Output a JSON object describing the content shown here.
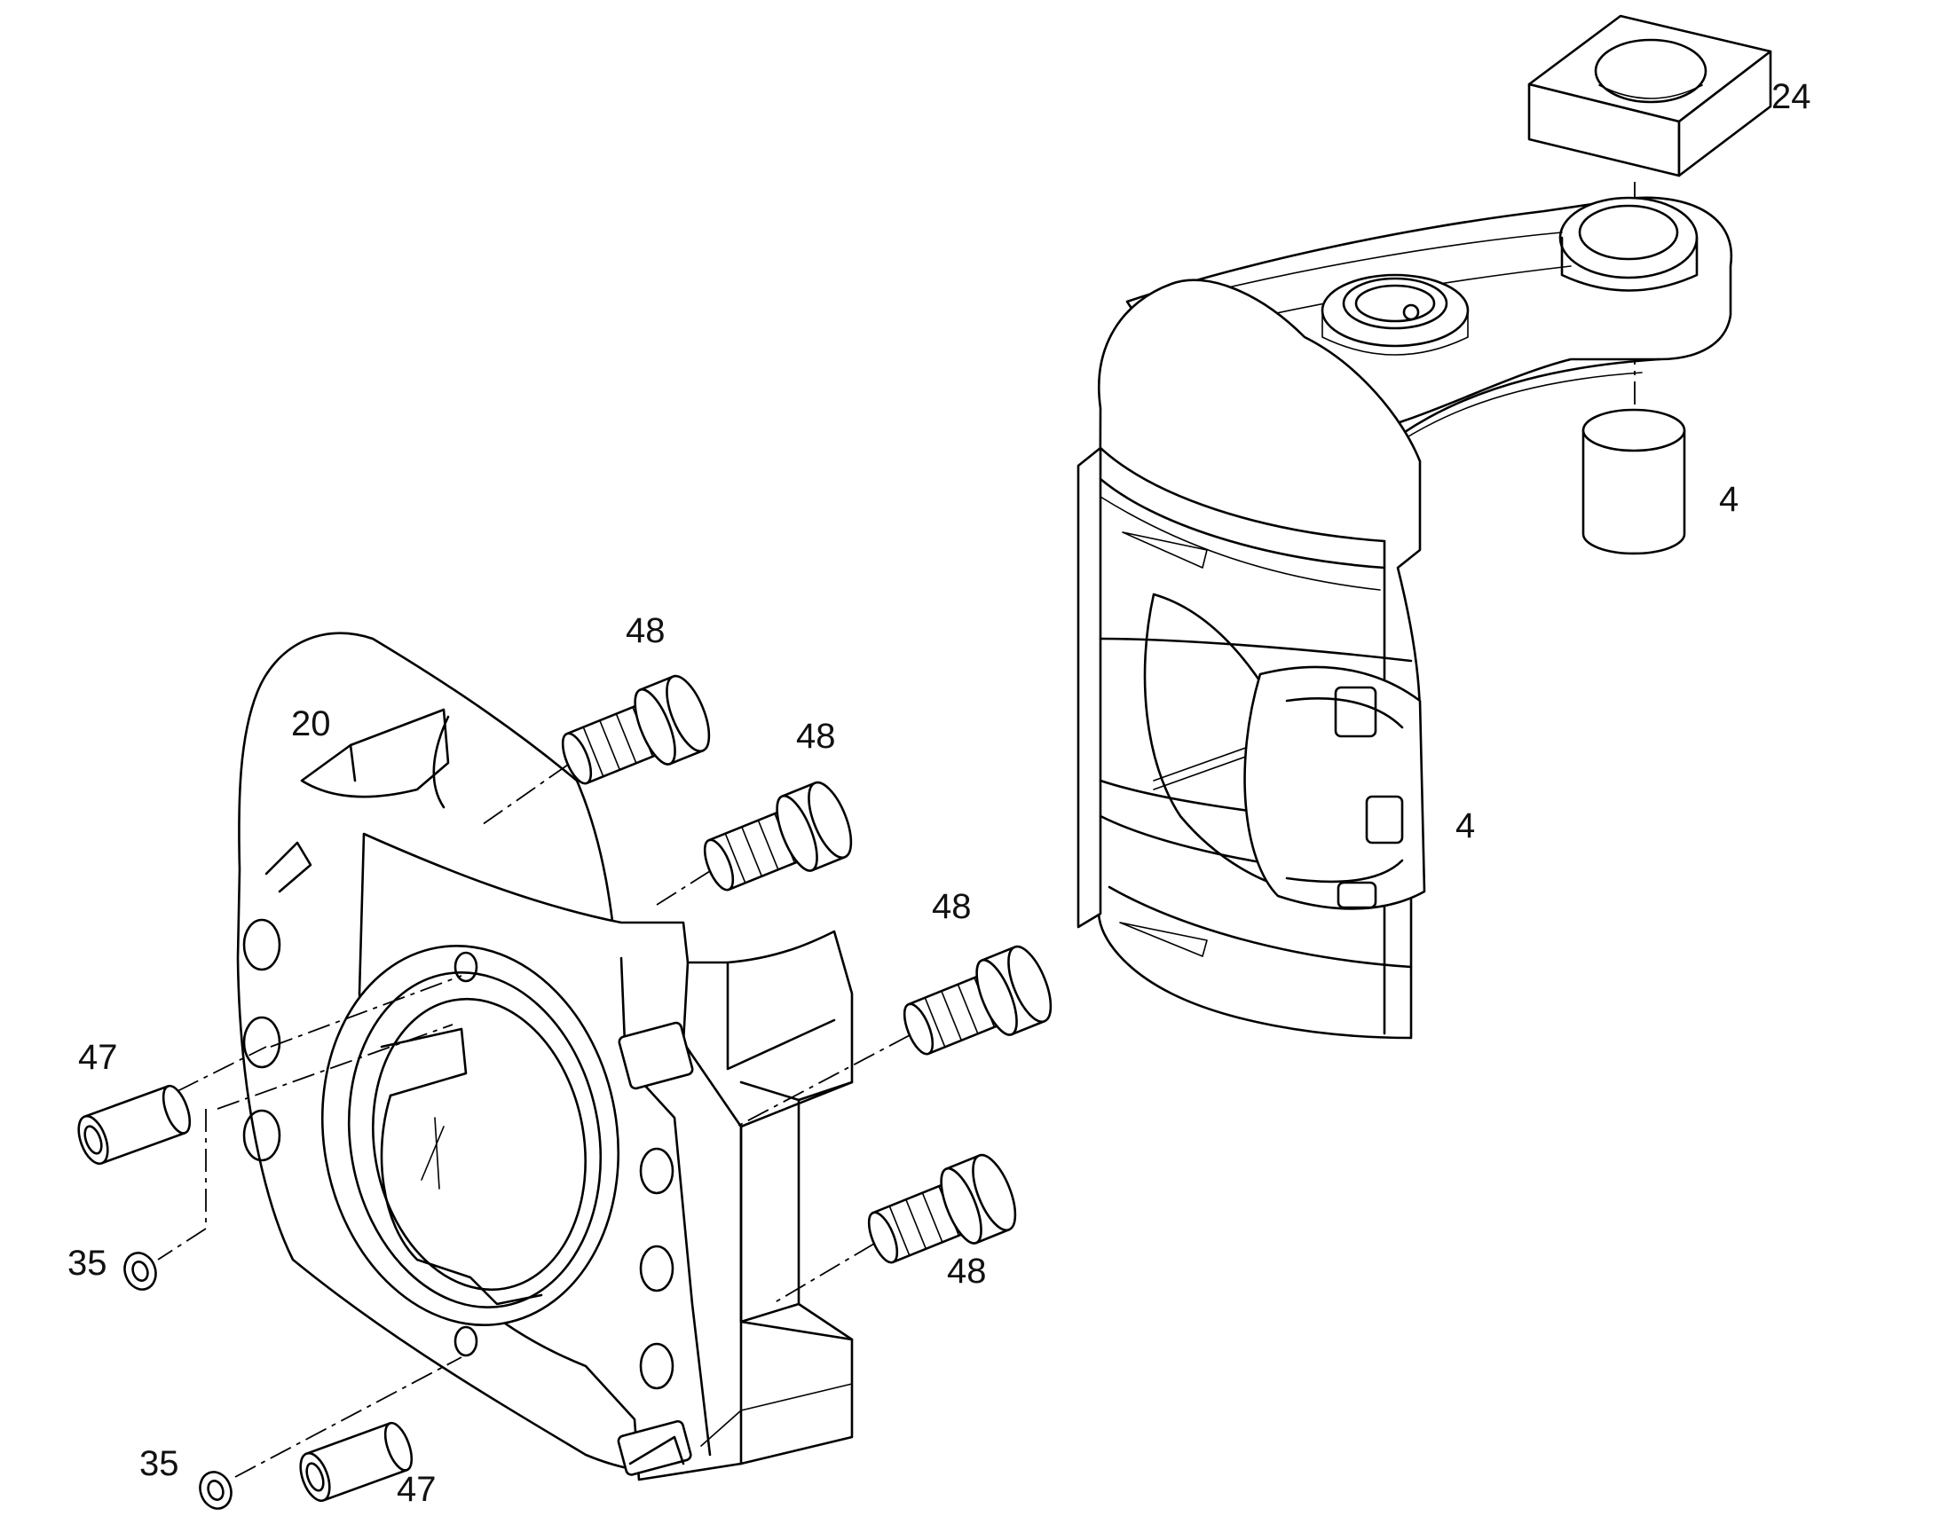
{
  "diagram": {
    "callouts": [
      {
        "id": "knuckle-top-pad",
        "label": "24"
      },
      {
        "id": "kingpin-upper",
        "label": "4"
      },
      {
        "id": "knuckle",
        "label": "4"
      },
      {
        "id": "brake-carrier",
        "label": "20"
      },
      {
        "id": "bolt-1",
        "label": "48"
      },
      {
        "id": "bolt-2",
        "label": "48"
      },
      {
        "id": "bolt-3",
        "label": "48"
      },
      {
        "id": "bolt-4",
        "label": "48"
      },
      {
        "id": "sleeve-upper",
        "label": "47"
      },
      {
        "id": "sleeve-lower",
        "label": "47"
      },
      {
        "id": "washer-upper",
        "label": "35"
      },
      {
        "id": "washer-lower",
        "label": "35"
      }
    ]
  }
}
